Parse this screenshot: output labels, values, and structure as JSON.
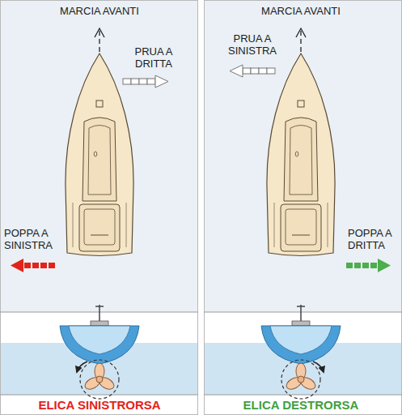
{
  "diagram": {
    "labels": [
      "MARCIA AVANTI",
      "PRUA A DRITTA",
      "POPPA A SINISTRA",
      "ELICA SINISTRORSA",
      "MARCIA AVANTI",
      "PRUA A SINISTRA",
      "POPPA A DRITTA",
      "ELICA DESTRORSA"
    ]
  }
}
